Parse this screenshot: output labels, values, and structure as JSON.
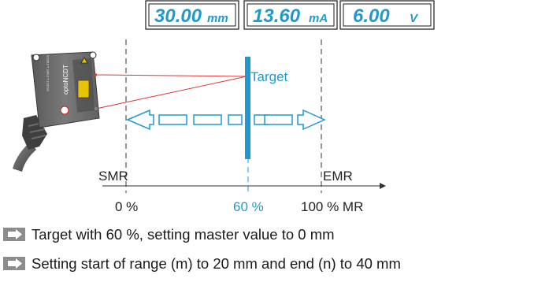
{
  "displays": [
    {
      "value": "30.00",
      "unit": "mm"
    },
    {
      "value": "13.60",
      "unit": "mA"
    },
    {
      "value": "6.00",
      "unit": "V"
    }
  ],
  "target_label": "Target",
  "scale": {
    "start_label": "SMR",
    "end_label": "EMR",
    "tick_0": "0 %",
    "tick_target": "60 %",
    "tick_100": "100 % MR"
  },
  "sensor": {
    "brand": "optoNCDT",
    "side_text": "SELECT ● START ● STATUS"
  },
  "instructions": [
    {
      "text": "Target with 60 %, setting master value to 0 mm",
      "icon": "arrow-right-icon"
    },
    {
      "text": "Setting start of range (m) to 20 mm and end (n) to 40 mm",
      "icon": "arrow-right-icon"
    }
  ],
  "colors": {
    "accent": "#1e9ad0",
    "laser": "#d93a3a",
    "housing": "#6e6e6e"
  }
}
